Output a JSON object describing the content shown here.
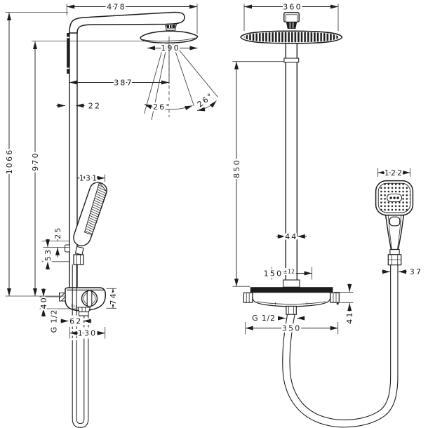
{
  "drawing": {
    "side_view": {
      "overall_width": "478",
      "head_width": "190",
      "reach": "387",
      "bar_depth": "22",
      "spray_angle_inner": "26°",
      "spray_angle_outer": "26°",
      "overall_height": "1066",
      "bar_height": "970",
      "handshower_offset": "131",
      "slider_upper": "25",
      "slider_lower": "53",
      "inlet_drop": "40",
      "thread_label": "G 1/2",
      "outlet_offset": "62",
      "valve_width": "130",
      "valve_height": "74"
    },
    "front_view": {
      "head_width": "360",
      "riser_height": "850",
      "riser_width": "44",
      "handshower_width": "122",
      "connection_spacing": "150",
      "connection_tolerance": "±12",
      "hose_width": "37",
      "thread_label": "G 1/2",
      "valve_width": "350",
      "valve_drop": "41"
    },
    "colors": {
      "line": "#1c1c1c",
      "background": "#ffffff"
    }
  }
}
